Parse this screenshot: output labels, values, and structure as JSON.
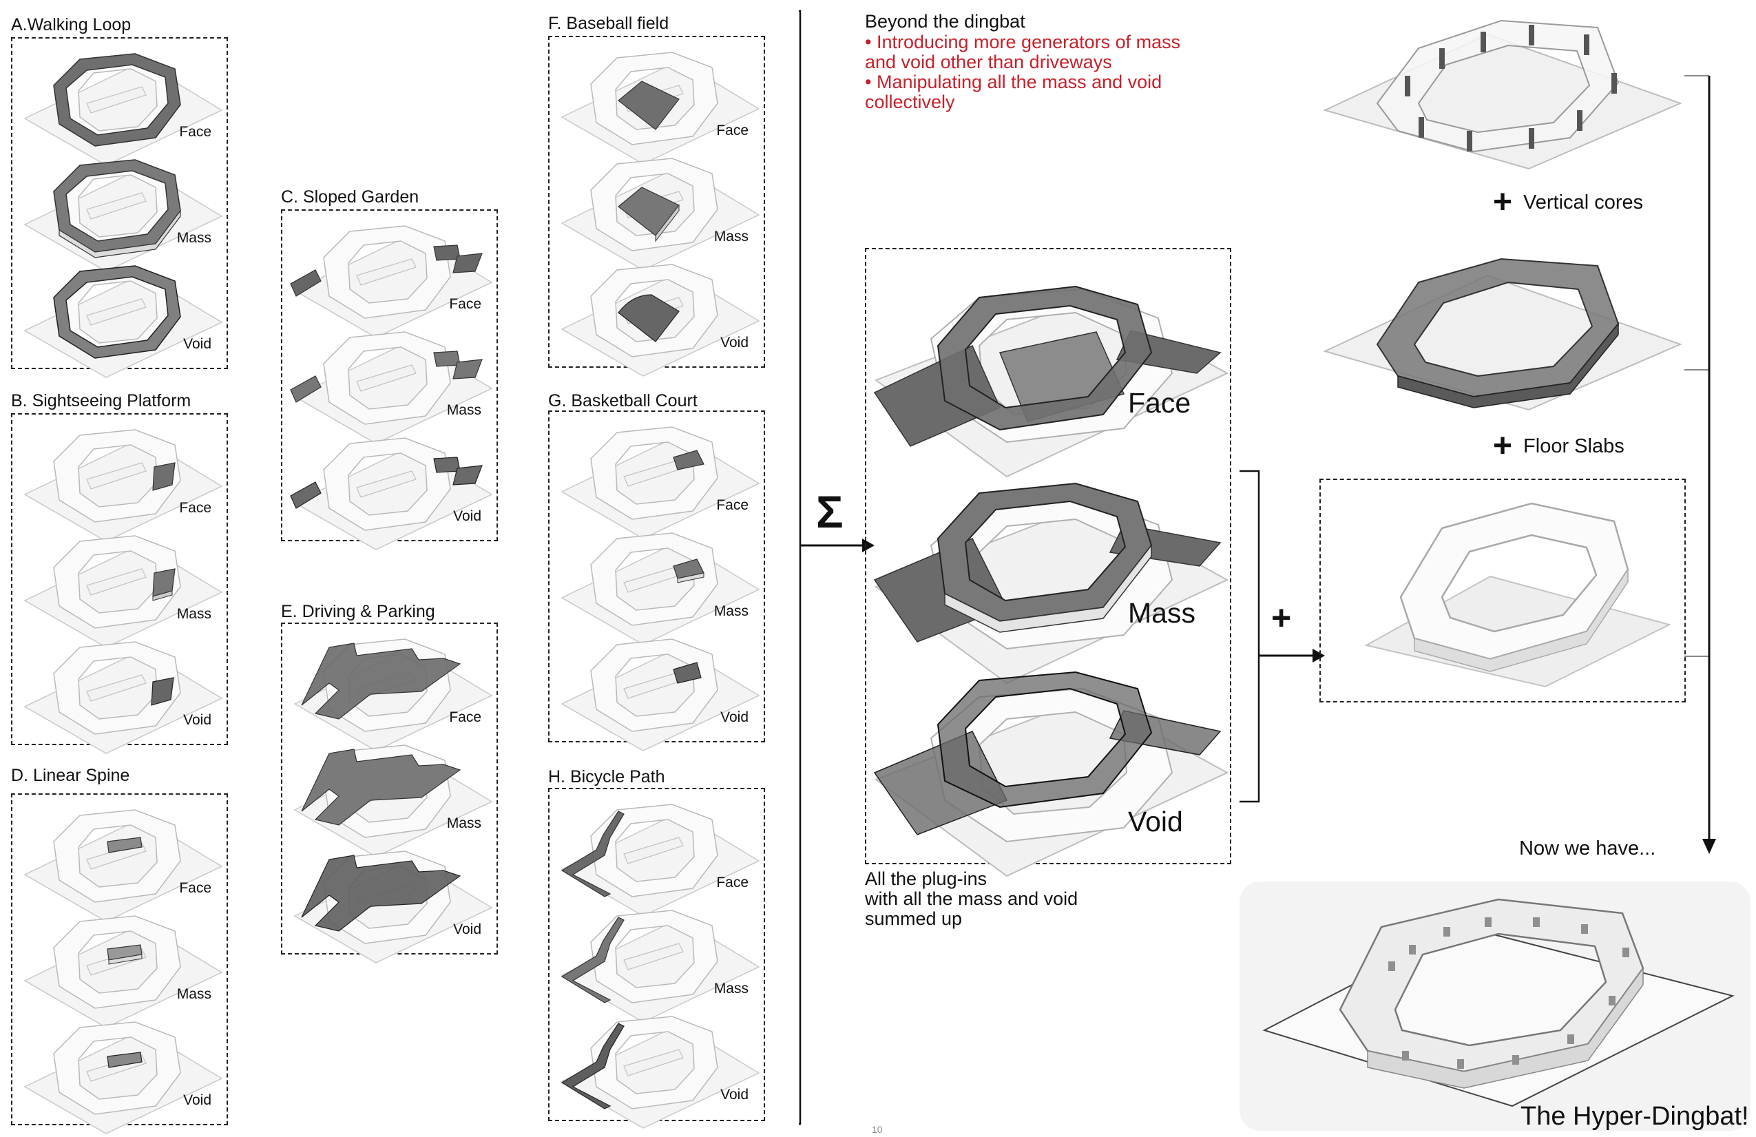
{
  "plugins": {
    "walking_loop": {
      "title": "A.Walking Loop",
      "labels": [
        "Face",
        "Mass",
        "Void"
      ]
    },
    "sightseeing_platform": {
      "title": "B. Sightseeing Platform",
      "labels": [
        "Face",
        "Mass",
        "Void"
      ]
    },
    "sloped_garden": {
      "title": "C. Sloped Garden",
      "labels": [
        "Face",
        "Mass",
        "Void"
      ]
    },
    "linear_spine": {
      "title": "D. Linear Spine",
      "labels": [
        "Face",
        "Mass",
        "Void"
      ]
    },
    "driving_parking": {
      "title": "E. Driving & Parking",
      "labels": [
        "Face",
        "Mass",
        "Void"
      ]
    },
    "baseball_field": {
      "title": "F. Baseball field",
      "labels": [
        "Face",
        "Mass",
        "Void"
      ]
    },
    "basketball_court": {
      "title": "G. Basketball Court",
      "labels": [
        "Face",
        "Mass",
        "Void"
      ]
    },
    "bicycle_path": {
      "title": "H. Bicycle Path",
      "labels": [
        "Face",
        "Mass",
        "Void"
      ]
    }
  },
  "sum_symbol": "Σ",
  "combined": {
    "labels": [
      "Face",
      "Mass",
      "Void"
    ],
    "caption": [
      "All the plug-ins",
      "with all the mass and void",
      "summed up"
    ]
  },
  "intro": {
    "title": "Beyond the dingbat",
    "bullets": [
      "• Introducing more generators of mass",
      "and void other than driveways",
      "• Manipulating all the mass and void",
      "collectively"
    ]
  },
  "plus_symbol": "+",
  "layers": {
    "vertical_cores": "Vertical cores",
    "floor_slabs": "Floor Slabs"
  },
  "result": {
    "now": "Now we have...",
    "name": "The Hyper-Dingbat!"
  },
  "page_number": "10",
  "colors": {
    "accent_red": "#c8202a",
    "mass_gray": "#6f6f6f",
    "ink": "#111111"
  }
}
